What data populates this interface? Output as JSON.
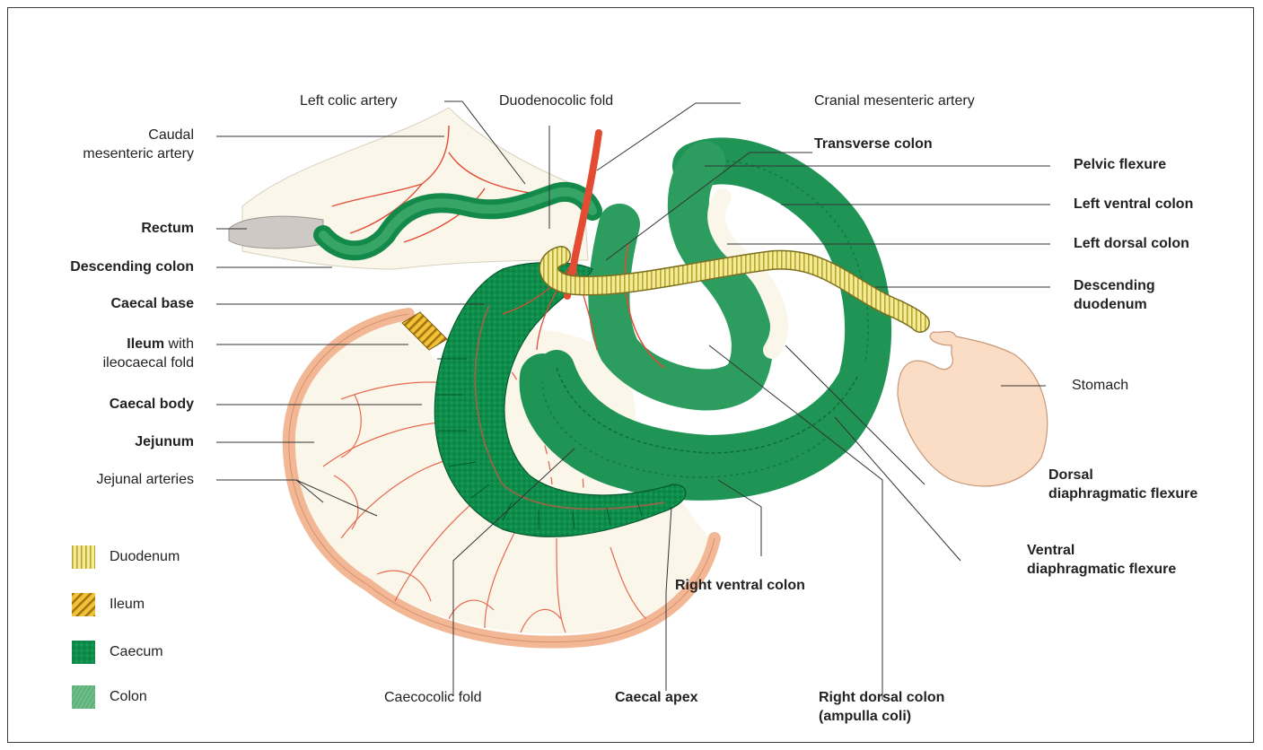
{
  "labels": {
    "left_colic_artery": "Left colic artery",
    "duodenocolic_fold": "Duodenocolic fold",
    "cranial_mesenteric_artery": "Cranial mesenteric artery",
    "caudal_mesenteric_artery_1": "Caudal",
    "caudal_mesenteric_artery_2": "mesenteric artery",
    "transverse_colon": "Transverse colon",
    "pelvic_flexure": "Pelvic flexure",
    "left_ventral_colon": "Left ventral colon",
    "rectum": "Rectum",
    "left_dorsal_colon": "Left dorsal colon",
    "descending_colon": "Descending colon",
    "descending_duodenum_1": "Descending",
    "descending_duodenum_2": "duodenum",
    "caecal_base": "Caecal base",
    "ileum_bold": "Ileum",
    "ileum_with": " with",
    "ileocaecal_fold": "ileocaecal fold",
    "stomach": "Stomach",
    "caecal_body": "Caecal body",
    "jejunum": "Jejunum",
    "jejunal_arteries": "Jejunal arteries",
    "dorsal_df_1": "Dorsal",
    "dorsal_df_2": "diaphragmatic flexure",
    "ventral_df_1": "Ventral",
    "ventral_df_2": "diaphragmatic flexure",
    "right_ventral_colon": "Right ventral colon",
    "caecocolic_fold": "Caecocolic fold",
    "caecal_apex": "Caecal apex",
    "right_dorsal_colon_1": "Right dorsal colon",
    "right_dorsal_colon_2": "(ampulla coli)"
  },
  "legend": [
    {
      "label": "Duodenum",
      "color": "#f1e98a",
      "pattern": "vertical-stripes"
    },
    {
      "label": "Ileum",
      "color": "#e9b021",
      "pattern": "diagonal-stripes"
    },
    {
      "label": "Caecum",
      "color": "#0c8d4a",
      "pattern": "dots"
    },
    {
      "label": "Colon",
      "color": "#5fb37a",
      "pattern": "solid"
    }
  ],
  "colors": {
    "colon_dark": "#138a4a",
    "colon_mid": "#2f9b5c",
    "colon_light": "#4fae6f",
    "mesentery": "#fbf6ea",
    "jejunum": "#f6c8a9",
    "artery": "#e34b33",
    "duodenum": "#f0e47a",
    "stomach": "#fbdcc4",
    "rectum": "#cfc9c5"
  }
}
